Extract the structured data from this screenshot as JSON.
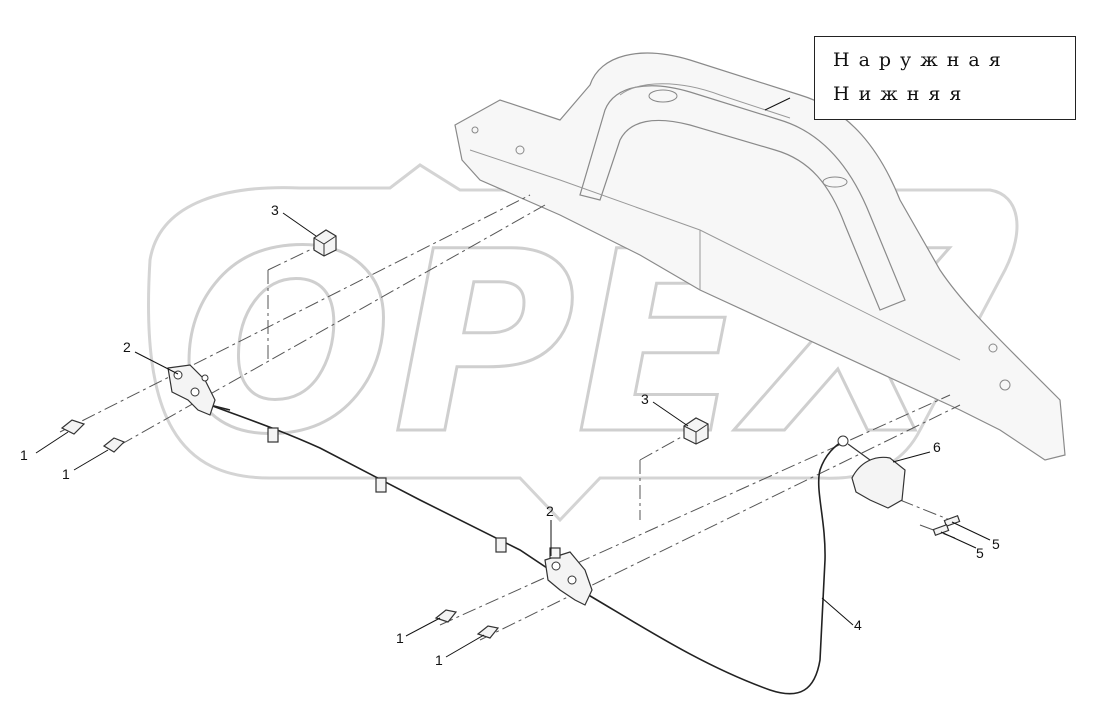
{
  "watermark": "OPEX",
  "legend": {
    "line1": "Наружная",
    "line2": "Нижняя"
  },
  "callouts": {
    "bolt_a": "1",
    "bolt_b": "1",
    "bolt_c": "1",
    "bolt_d": "1",
    "latch_left": "2",
    "latch_right": "2",
    "nut_top": "3",
    "nut_mid": "3",
    "cable": "4",
    "screw_a": "5",
    "screw_b": "5",
    "handle": "6"
  }
}
